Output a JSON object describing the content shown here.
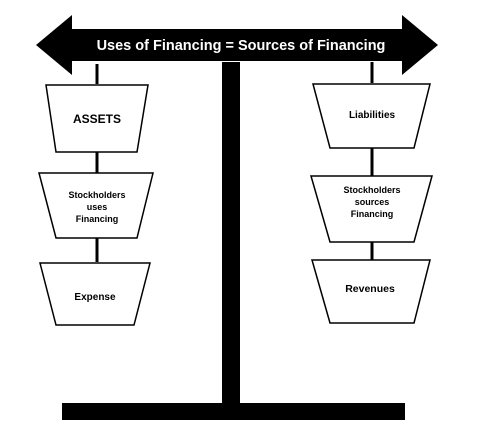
{
  "diagram": {
    "banner": {
      "text": "Uses of Financing = Sources of Financing"
    },
    "left_boxes": [
      {
        "id": "assets",
        "lines": [
          "ASSETS"
        ]
      },
      {
        "id": "stockholders-uses",
        "lines": [
          "Stockholders",
          "uses",
          "Financing"
        ]
      },
      {
        "id": "expense",
        "lines": [
          "Expense"
        ]
      }
    ],
    "right_boxes": [
      {
        "id": "liabilities",
        "lines": [
          "Liabilities"
        ]
      },
      {
        "id": "stockholders-sources",
        "lines": [
          "Stockholders",
          "sources",
          "Financing"
        ]
      },
      {
        "id": "revenues",
        "lines": [
          "Revenues"
        ]
      }
    ],
    "colors": {
      "ink": "#000000",
      "banner_text": "#ffffff",
      "fill": "#ffffff"
    }
  }
}
